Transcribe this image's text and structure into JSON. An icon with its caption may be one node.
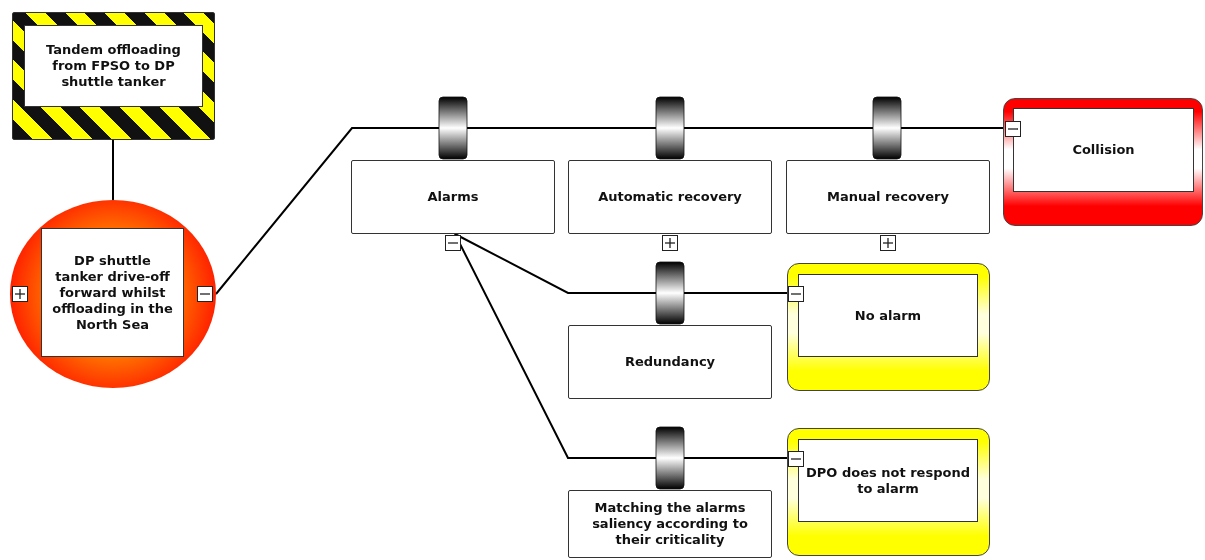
{
  "diagram": {
    "nodes": [
      {
        "text": [
          "Tandem offloading from FPSO to DP shuttle tanker"
        ]
      },
      {
        "text": [
          "DP shuttle tanker drive-off forward whilst offloading in the North Sea"
        ]
      },
      {
        "text": [
          "Alarms"
        ]
      },
      {
        "text": [
          "Automatic recovery"
        ]
      },
      {
        "text": [
          "Manual recovery"
        ]
      },
      {
        "text": [
          "Collision"
        ]
      },
      {
        "text": [
          "Redundancy"
        ]
      },
      {
        "text": [
          "No alarm"
        ]
      },
      {
        "text": [
          "Matching the alarms saliency according to their criticality"
        ]
      },
      {
        "text": [
          "DPO does not respond to alarm"
        ]
      }
    ],
    "edges": [
      {
        "from": 0,
        "to": 1,
        "arrow": "none"
      },
      {
        "from": 1,
        "to": 5,
        "arrow": "none"
      },
      {
        "from": 2,
        "to": 7,
        "arrow": "none"
      },
      {
        "from": 2,
        "to": 9,
        "arrow": "none"
      }
    ]
  }
}
